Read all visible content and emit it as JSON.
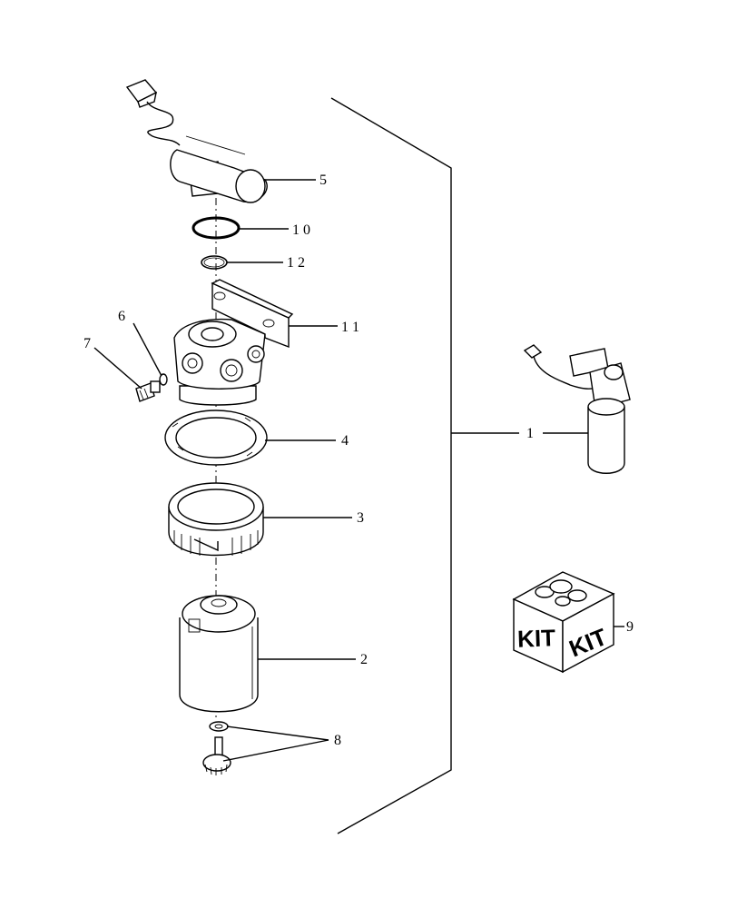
{
  "callouts": {
    "c1": "1",
    "c2": "2",
    "c3": "3",
    "c4": "4",
    "c5": "5",
    "c6": "6",
    "c7": "7",
    "c8": "8",
    "c9": "9",
    "c10": "1 0",
    "c11": "1 1",
    "c12": "1 2"
  },
  "kit": {
    "left_label": "KIT",
    "right_label": "KIT"
  }
}
